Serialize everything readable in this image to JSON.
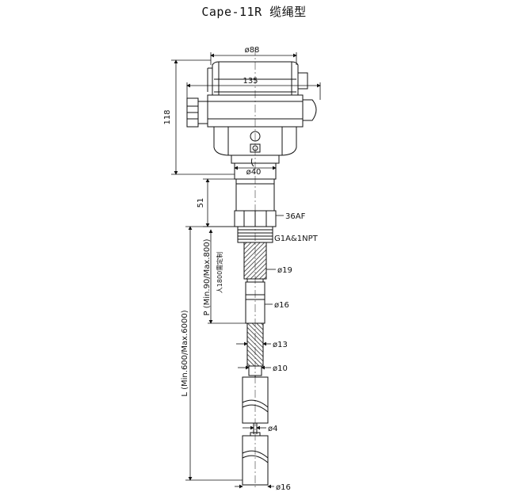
{
  "title": "Cape-11R 缆绳型",
  "dims": {
    "d88": "ø88",
    "w135": "135",
    "h118": "118",
    "d40": "ø40",
    "h51": "51",
    "af36": "36AF",
    "thread": "G1A&1NPT",
    "d19": "ø19",
    "d16a": "ø16",
    "d13": "ø13",
    "d10": "ø10",
    "d4": "ø4",
    "d16b": "ø16",
    "p_label": "P (Min.90/Max.800)",
    "p_note": "人1800需定制",
    "l_label": "L (Min.600/Max.6000)"
  },
  "colors": {
    "line": "#111111",
    "hatch": "#333333"
  }
}
